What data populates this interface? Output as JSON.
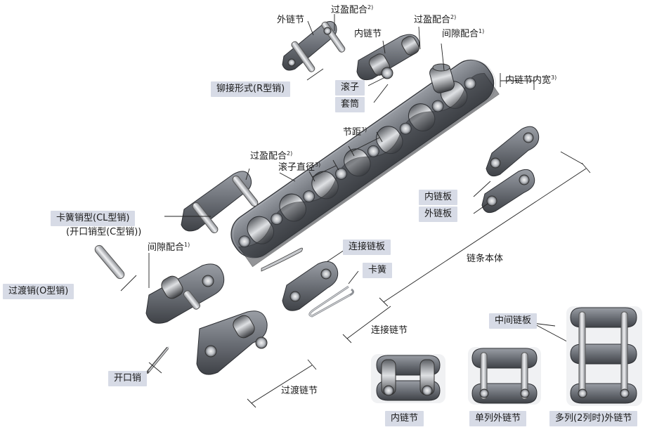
{
  "labels": {
    "outer_link": "外链节",
    "interference_fit_1": "过盈配合",
    "interference_fit_2": "过盈配合",
    "interference_fit_3": "过盈配合",
    "inner_link": "内链节",
    "clearance_fit_1": "间隙配合",
    "clearance_fit_2": "间隙配合",
    "riveted_pin": "铆接形式(R型销)",
    "roller": "滚子",
    "bushing": "套筒",
    "inner_width": "内链节内宽",
    "pitch": "节距",
    "roller_diameter": "滚子直径",
    "spring_pin": "卡簧销型(CL型销)",
    "cotter_pin_type": "(开口销型(C型销))",
    "inner_plate": "内链板",
    "outer_plate": "外链板",
    "connecting_plate": "连接链板",
    "spring_clip": "卡簧",
    "chain_body": "链条本体",
    "offset_pin": "过渡销(O型销)",
    "connecting_link": "连接链节",
    "cotter_pin": "开口销",
    "offset_link": "过渡链节",
    "middle_plate": "中间链板",
    "inner_link_bottom": "内链节",
    "single_outer_link": "单列外链节",
    "multi_outer_link": "多列(2列时)外链节"
  },
  "notes": {
    "n1": "1)",
    "n2": "2)",
    "n3": "3)"
  },
  "colors": {
    "label_box": "#d7dbe6",
    "metal_dark": "#4a4d52",
    "metal_mid": "#7b7f86",
    "metal_light": "#c9ccd1"
  }
}
